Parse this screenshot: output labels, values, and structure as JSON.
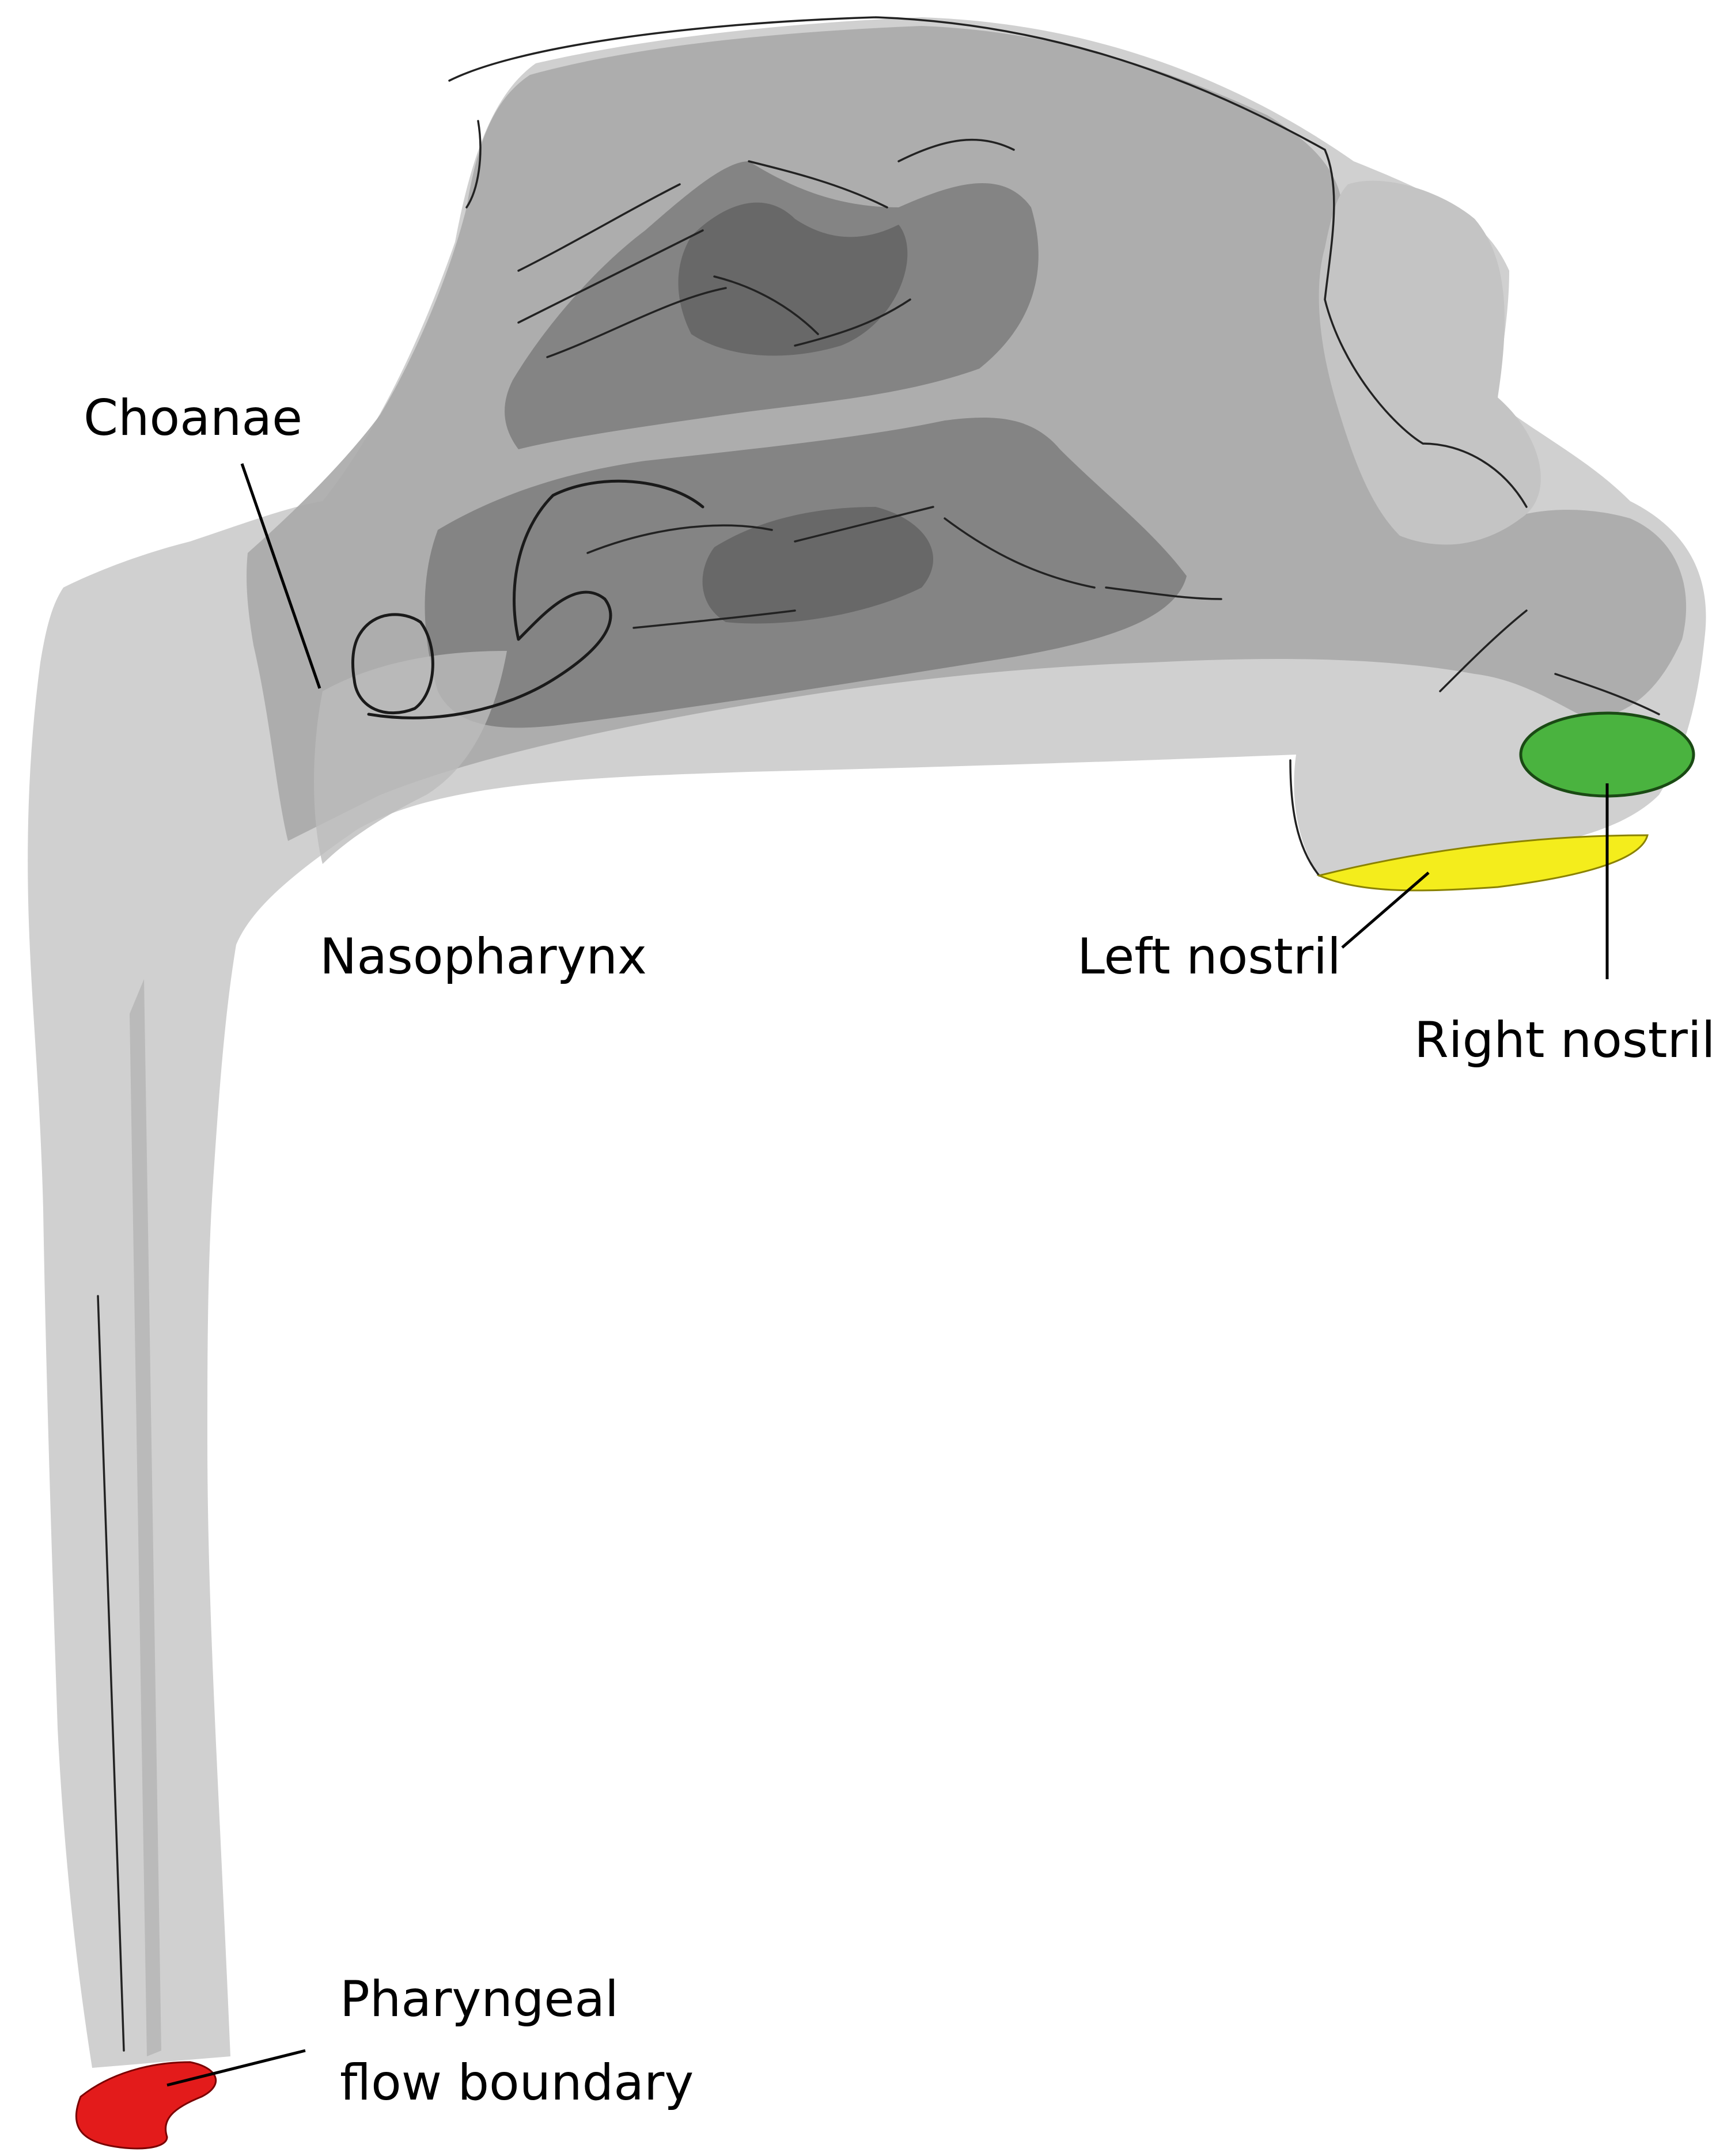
{
  "labels": {
    "choanae": "Choanae",
    "nasopharynx": "Nasopharynx",
    "left_nostril": "Left nostril",
    "right_nostril": "Right nostril",
    "pharyngeal_line1": "Pharyngeal",
    "pharyngeal_line2": "flow boundary"
  },
  "colors": {
    "background": "#ffffff",
    "outer_airway": "#d0d0d0",
    "inner_cavity": "#a9a9a9",
    "turbinate_shadow": "#7c7c7c",
    "deep_shadow": "#5f5f5f",
    "right_nostril_boundary": "#4ab33f",
    "left_nostril_boundary": "#f4ed1c",
    "pharyngeal_boundary": "#e31b1b",
    "edge_lines": "#1a1a1a"
  },
  "boundaries": [
    {
      "name": "Right nostril",
      "color": "green"
    },
    {
      "name": "Left nostril",
      "color": "yellow"
    },
    {
      "name": "Pharyngeal flow boundary",
      "color": "red"
    }
  ]
}
